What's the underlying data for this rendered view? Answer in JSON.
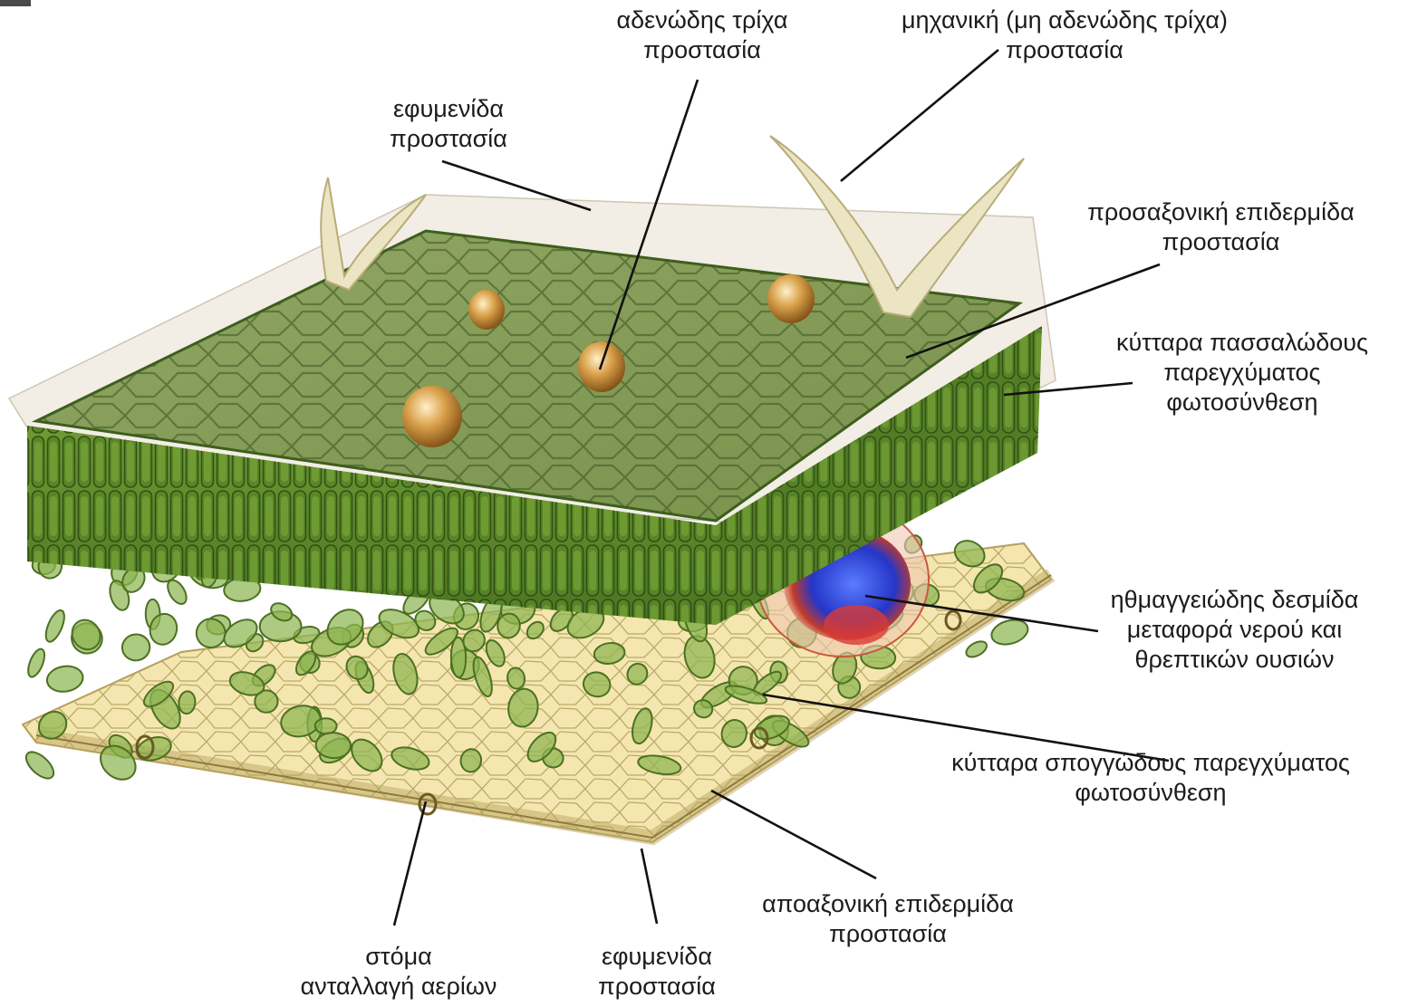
{
  "labels": {
    "glandular_trichome": {
      "name": "αδενώδης τρίχα",
      "function": "προστασία"
    },
    "mechanical_trichome": {
      "name": "μηχανική (μη αδενώδης τρίχα)",
      "function": "προστασία"
    },
    "upper_cuticle": {
      "name": "εφυμενίδα",
      "function": "προστασία"
    },
    "adaxial_epidermis": {
      "name": "προσαξονική επιδερμίδα",
      "function": "προστασία"
    },
    "palisade": {
      "name": "κύτταρα πασσαλώδους",
      "name2": "παρεγχύματος",
      "function": "φωτοσύνθεση"
    },
    "vascular_bundle": {
      "name": "ηθμαγγειώδης δεσμίδα",
      "function": "μεταφορά νερού και",
      "function2": "θρεπτικών ουσιών"
    },
    "spongy": {
      "name": "κύτταρα σπογγώδους παρεγχύματος",
      "function": "φωτοσύνθεση"
    },
    "abaxial_epidermis": {
      "name": "αποαξονική επιδερμίδα",
      "function": "προστασία"
    },
    "lower_cuticle": {
      "name": "εφυμενίδα",
      "function": "προστασία"
    },
    "stoma": {
      "name": "στόμα",
      "function": "ανταλλαγή αερίων"
    }
  },
  "colors": {
    "palisade_green": "#5f8a2c",
    "dark_green": "#3d5f1c",
    "spongy_yellow": "#f6e9b0",
    "xylem_blue": "#2b3fd0",
    "phloem_red": "#d8322a",
    "trichome_cream": "#e8e0b6",
    "gland_brown": "#b57b2a",
    "leader_line": "#111111"
  }
}
